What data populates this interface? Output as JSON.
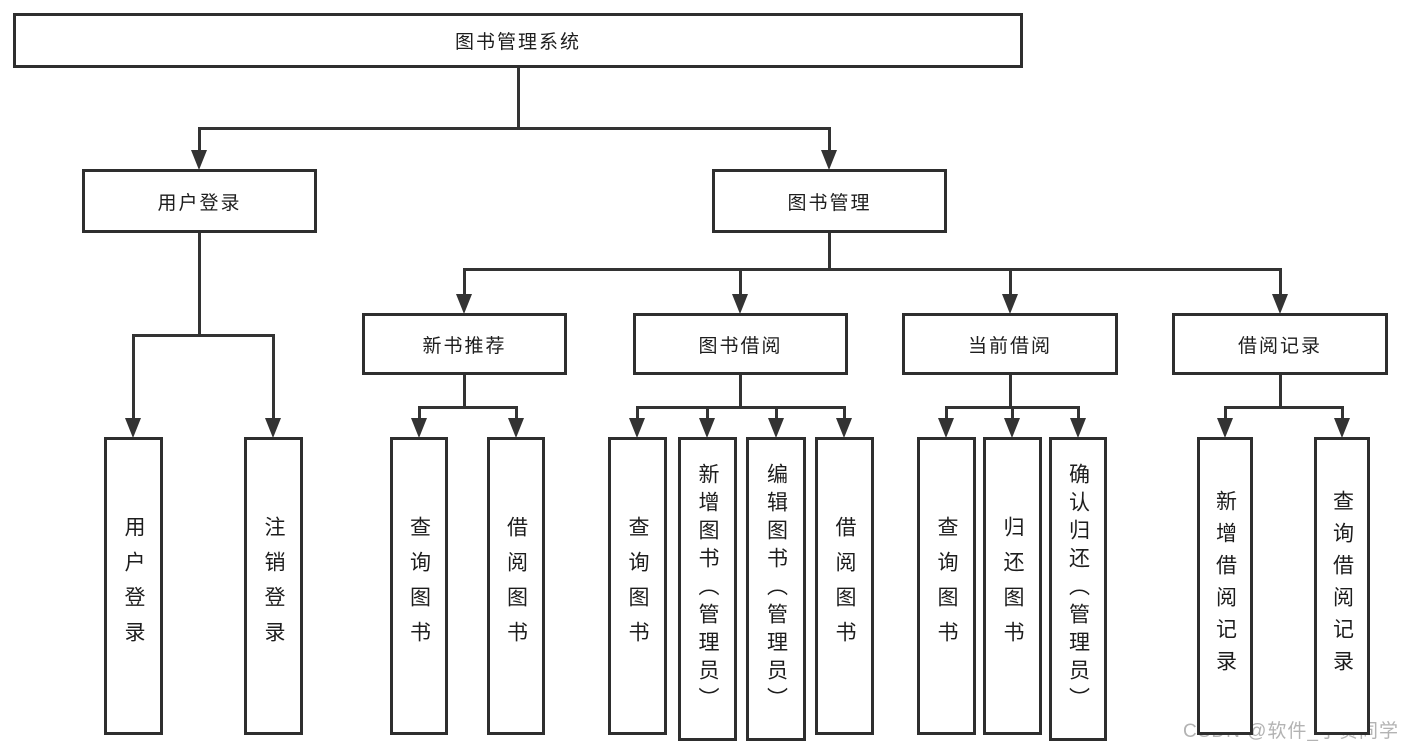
{
  "diagram_title": "图书管理系统",
  "nodes": [
    {
      "id": "root",
      "label": "图书管理系统",
      "orientation": "horizontal"
    },
    {
      "id": "user-login",
      "label": "用户登录",
      "orientation": "horizontal"
    },
    {
      "id": "book-mgmt",
      "label": "图书管理",
      "orientation": "horizontal"
    },
    {
      "id": "login",
      "label": "用户登录",
      "orientation": "vertical"
    },
    {
      "id": "logout",
      "label": "注销登录",
      "orientation": "vertical"
    },
    {
      "id": "new-book-rec",
      "label": "新书推荐",
      "orientation": "horizontal"
    },
    {
      "id": "book-borrow",
      "label": "图书借阅",
      "orientation": "horizontal"
    },
    {
      "id": "current-borrow",
      "label": "当前借阅",
      "orientation": "horizontal"
    },
    {
      "id": "borrow-record",
      "label": "借阅记录",
      "orientation": "horizontal"
    },
    {
      "id": "rec-query",
      "label": "查询图书",
      "orientation": "vertical"
    },
    {
      "id": "rec-borrow",
      "label": "借阅图书",
      "orientation": "vertical"
    },
    {
      "id": "bb-query",
      "label": "查询图书",
      "orientation": "vertical"
    },
    {
      "id": "bb-add",
      "label": "新增图书（管理员）",
      "orientation": "vertical"
    },
    {
      "id": "bb-edit",
      "label": "编辑图书（管理员）",
      "orientation": "vertical"
    },
    {
      "id": "bb-borrow",
      "label": "借阅图书",
      "orientation": "vertical"
    },
    {
      "id": "cb-query",
      "label": "查询图书",
      "orientation": "vertical"
    },
    {
      "id": "cb-return",
      "label": "归还图书",
      "orientation": "vertical"
    },
    {
      "id": "cb-confirm",
      "label": "确认归还（管理员）",
      "orientation": "vertical"
    },
    {
      "id": "br-add",
      "label": "新增借阅记录",
      "orientation": "vertical"
    },
    {
      "id": "br-query",
      "label": "查询借阅记录",
      "orientation": "vertical"
    }
  ],
  "edges": [
    {
      "from": "root",
      "to": [
        "user-login",
        "book-mgmt"
      ]
    },
    {
      "from": "user-login",
      "to": [
        "login",
        "logout"
      ]
    },
    {
      "from": "book-mgmt",
      "to": [
        "new-book-rec",
        "book-borrow",
        "current-borrow",
        "borrow-record"
      ]
    },
    {
      "from": "new-book-rec",
      "to": [
        "rec-query",
        "rec-borrow"
      ]
    },
    {
      "from": "book-borrow",
      "to": [
        "bb-query",
        "bb-add",
        "bb-edit",
        "bb-borrow"
      ]
    },
    {
      "from": "current-borrow",
      "to": [
        "cb-query",
        "cb-return",
        "cb-confirm"
      ]
    },
    {
      "from": "borrow-record",
      "to": [
        "br-add",
        "br-query"
      ]
    }
  ],
  "watermark": "CSDN @软件_小贺同学",
  "colors": {
    "line": "#333333",
    "box_border": "#2e2e2e",
    "text": "#1d1d1d",
    "watermark": "#b3b3b3",
    "background": "#ffffff"
  }
}
